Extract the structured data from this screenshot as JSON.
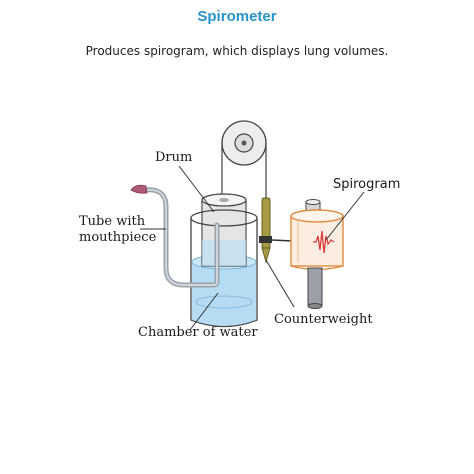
{
  "header": {
    "title": "Spirometer",
    "subtitle": "Produces spirogram, which displays lung volumes."
  },
  "labels": {
    "drum": "Drum",
    "tube_line1": "Tube with",
    "tube_line2": "mouthpiece",
    "chamber": "Chamber of water",
    "counterweight": "Counterweight",
    "spirogram": "Spirogram"
  },
  "colors": {
    "title": "#2a93c9",
    "water": "#a9d6f2",
    "trace": "#d93a3a",
    "recorder_outline": "#e08a3c",
    "mouthpiece": "#b05a78"
  }
}
